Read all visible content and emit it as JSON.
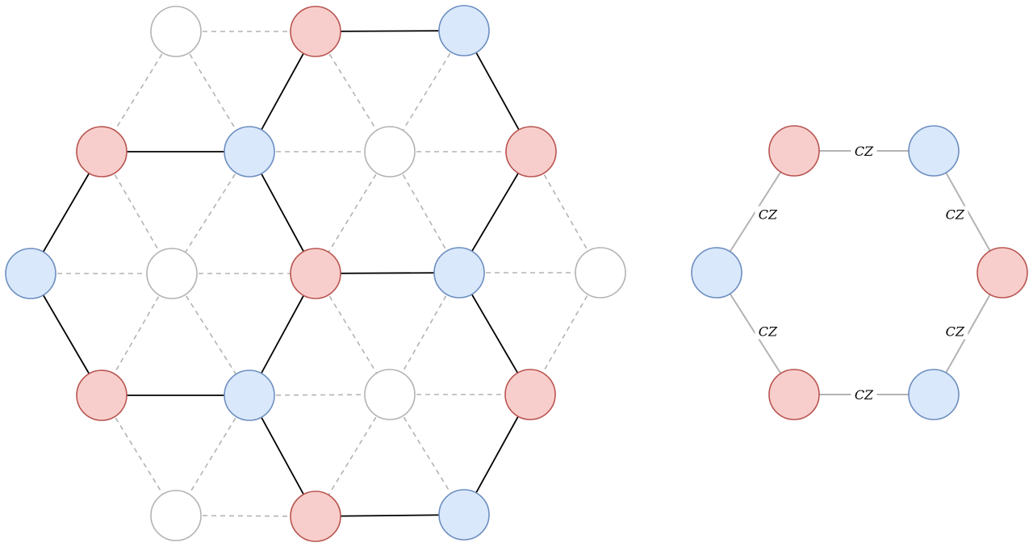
{
  "colors": {
    "red_fill": "#f8cecc",
    "red_stroke": "#b85450",
    "blue_fill": "#dae8fc",
    "blue_stroke": "#6c8ebf",
    "white_fill": "#ffffff",
    "white_stroke": "#b3b3b3",
    "solid_edge": "#000000",
    "dashed_edge": "#b3b3b3"
  },
  "lattice": {
    "nodes": [
      {
        "id": "n1",
        "color": "white"
      },
      {
        "id": "n2",
        "color": "red"
      },
      {
        "id": "n3",
        "color": "blue"
      },
      {
        "id": "n4",
        "color": "red"
      },
      {
        "id": "n5",
        "color": "blue"
      },
      {
        "id": "n6",
        "color": "white"
      },
      {
        "id": "n7",
        "color": "red"
      },
      {
        "id": "n8",
        "color": "blue"
      },
      {
        "id": "n9",
        "color": "white"
      },
      {
        "id": "n10",
        "color": "red"
      },
      {
        "id": "n11",
        "color": "blue"
      },
      {
        "id": "n12",
        "color": "white"
      },
      {
        "id": "n13",
        "color": "red"
      },
      {
        "id": "n14",
        "color": "blue"
      },
      {
        "id": "n15",
        "color": "white"
      },
      {
        "id": "n16",
        "color": "red"
      },
      {
        "id": "n17",
        "color": "white"
      },
      {
        "id": "n18",
        "color": "red"
      },
      {
        "id": "n19",
        "color": "blue"
      }
    ],
    "solid_edges": [
      [
        "n2",
        "n3"
      ],
      [
        "n3",
        "n7"
      ],
      [
        "n2",
        "n5"
      ],
      [
        "n4",
        "n5"
      ],
      [
        "n4",
        "n8"
      ],
      [
        "n7",
        "n11"
      ],
      [
        "n5",
        "n10"
      ],
      [
        "n10",
        "n11"
      ],
      [
        "n8",
        "n13"
      ],
      [
        "n13",
        "n14"
      ],
      [
        "n10",
        "n14"
      ],
      [
        "n14",
        "n18"
      ],
      [
        "n11",
        "n16"
      ],
      [
        "n16",
        "n19"
      ],
      [
        "n18",
        "n19"
      ]
    ],
    "dashed_edges": [
      [
        "n1",
        "n2"
      ],
      [
        "n1",
        "n4"
      ],
      [
        "n1",
        "n5"
      ],
      [
        "n2",
        "n6"
      ],
      [
        "n3",
        "n6"
      ],
      [
        "n5",
        "n6"
      ],
      [
        "n6",
        "n7"
      ],
      [
        "n4",
        "n9"
      ],
      [
        "n5",
        "n9"
      ],
      [
        "n8",
        "n9"
      ],
      [
        "n9",
        "n10"
      ],
      [
        "n9",
        "n13"
      ],
      [
        "n9",
        "n14"
      ],
      [
        "n5",
        "n9"
      ],
      [
        "n6",
        "n10"
      ],
      [
        "n6",
        "n11"
      ],
      [
        "n7",
        "n12"
      ],
      [
        "n11",
        "n12"
      ],
      [
        "n12",
        "n16"
      ],
      [
        "n10",
        "n15"
      ],
      [
        "n11",
        "n15"
      ],
      [
        "n14",
        "n15"
      ],
      [
        "n15",
        "n16"
      ],
      [
        "n15",
        "n18"
      ],
      [
        "n15",
        "n19"
      ],
      [
        "n13",
        "n17"
      ],
      [
        "n14",
        "n17"
      ],
      [
        "n17",
        "n18"
      ]
    ]
  },
  "hexagon": {
    "nodes": [
      {
        "id": "h1",
        "color": "red"
      },
      {
        "id": "h2",
        "color": "blue"
      },
      {
        "id": "h3",
        "color": "red"
      },
      {
        "id": "h4",
        "color": "blue"
      },
      {
        "id": "h5",
        "color": "red"
      },
      {
        "id": "h6",
        "color": "blue"
      }
    ],
    "edges": [
      {
        "from": "h1",
        "to": "h2",
        "label": "CZ"
      },
      {
        "from": "h2",
        "to": "h3",
        "label": "CZ"
      },
      {
        "from": "h3",
        "to": "h4",
        "label": "CZ"
      },
      {
        "from": "h4",
        "to": "h5",
        "label": "CZ"
      },
      {
        "from": "h5",
        "to": "h6",
        "label": "CZ"
      },
      {
        "from": "h6",
        "to": "h1",
        "label": "CZ"
      }
    ]
  }
}
